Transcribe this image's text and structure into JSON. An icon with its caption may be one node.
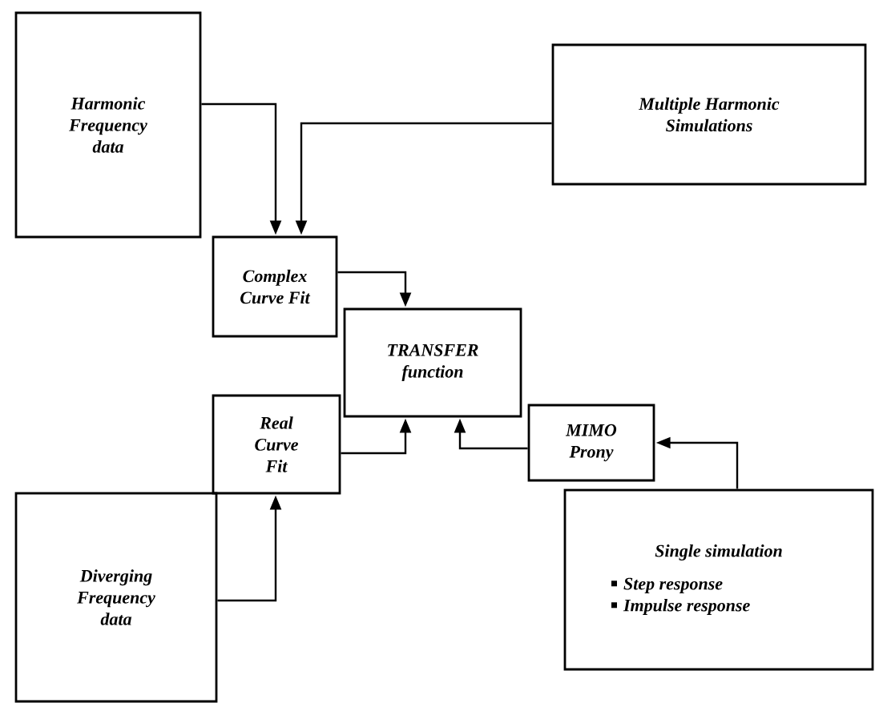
{
  "diagram": {
    "nodes": [
      {
        "text": [
          "Harmonic Frequency data"
        ]
      },
      {
        "text": [
          "Multiple Harmonic Simulations"
        ]
      },
      {
        "text": [
          "Complex Curve Fit"
        ]
      },
      {
        "text": [
          "TRANSFER function"
        ]
      },
      {
        "text": [
          "Real Curve Fit"
        ]
      },
      {
        "text": [
          "MIMO Prony"
        ]
      },
      {
        "text": [
          "Diverging Frequency data"
        ]
      },
      {
        "text": [
          "Single simulation",
          "Step response",
          "Impulse response"
        ]
      }
    ],
    "edges": [
      {
        "from": 0,
        "to": 2,
        "arrow": "to"
      },
      {
        "from": 1,
        "to": 2,
        "arrow": "to"
      },
      {
        "from": 2,
        "to": 3,
        "arrow": "to"
      },
      {
        "from": 4,
        "to": 3,
        "arrow": "to"
      },
      {
        "from": 6,
        "to": 4,
        "arrow": "to"
      },
      {
        "from": 5,
        "to": 3,
        "arrow": "to"
      },
      {
        "from": 7,
        "to": 5,
        "arrow": "to"
      }
    ]
  }
}
